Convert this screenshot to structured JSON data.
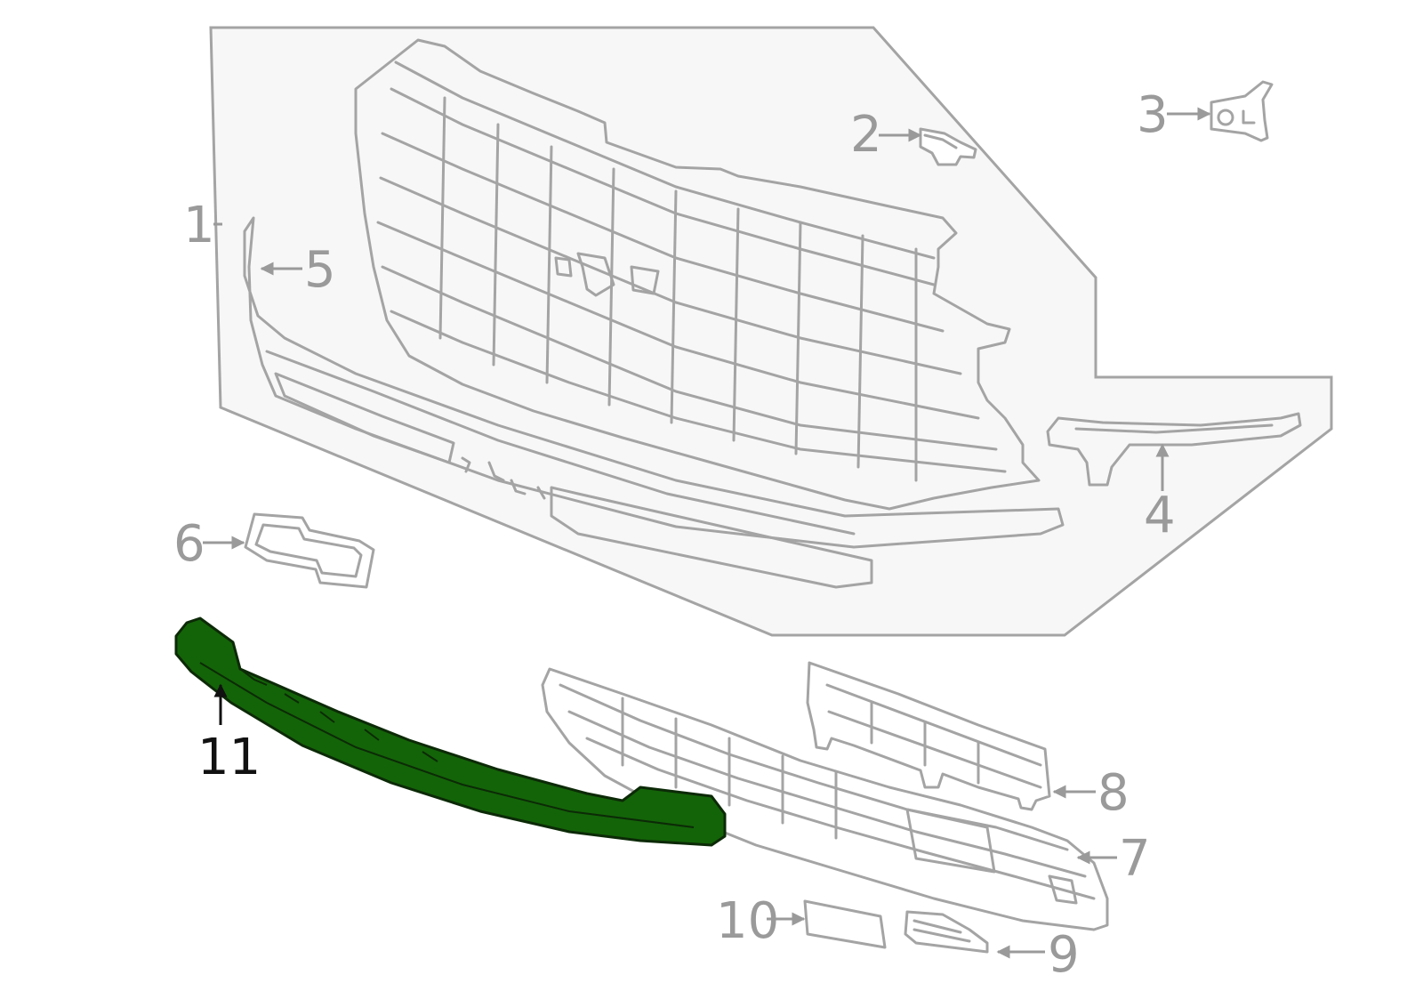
{
  "diagram": {
    "callouts": {
      "c1": "1",
      "c2": "2",
      "c3": "3",
      "c4": "4",
      "c5": "5",
      "c6": "6",
      "c7": "7",
      "c8": "8",
      "c9": "9",
      "c10": "10",
      "c11": "11"
    },
    "highlighted_part": "11",
    "colors": {
      "highlight_fill": "#136408",
      "panel_fill": "#f7f7f7",
      "line_gray": "#a4a4a4",
      "label_gray": "#9a9a9a",
      "label_highlight": "#111111"
    }
  }
}
